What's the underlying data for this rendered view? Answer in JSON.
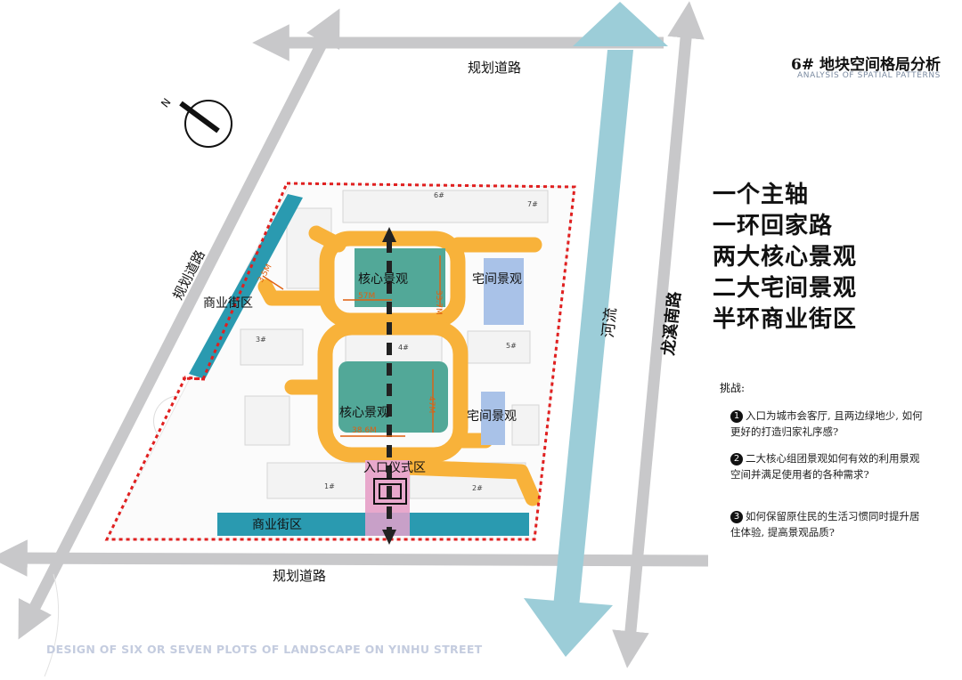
{
  "title": {
    "cn": "6# 地块空间格局分析",
    "en": "ANALYSIS OF SPATIAL PATTERNS"
  },
  "north_letter": "N",
  "roads": {
    "top": "规划道路",
    "left": "规划道路",
    "bottom": "规划道路",
    "right": "龙溪南路",
    "river": "河流"
  },
  "zones": {
    "core_top": "核心景观",
    "core_bottom": "核心景观",
    "house_top": "宅间景观",
    "house_bottom": "宅间景观",
    "street_left": "商业街区",
    "street_bottom": "商业街区",
    "entrance": "入口仪式区"
  },
  "dimensions": {
    "d1": "57M",
    "d2": "33.7M",
    "d3": "47M",
    "d4": "38.6M",
    "d5": "3.5M"
  },
  "buildings": {
    "b1": "1#",
    "b2": "2#",
    "b3": "3#",
    "b4": "4#",
    "b5": "5#",
    "b6": "6#",
    "b7": "7#"
  },
  "summary": [
    "一个主轴",
    "一环回家路",
    "两大核心景观",
    "二大宅间景观",
    "半环商业街区"
  ],
  "challenges": {
    "title": "挑战:",
    "items": [
      {
        "num": "1",
        "text": "入口为城市会客厅, 且两边绿地少, 如何更好的打造归家礼序感?"
      },
      {
        "num": "2",
        "text": "二大核心组团景观如何有效的利用景观空间并满足使用者的各种需求?"
      },
      {
        "num": "3",
        "text": "如何保留原住民的生活习惯同时提升居住体验, 提高景观品质?"
      }
    ]
  },
  "footer": "DESIGN OF SIX OR SEVEN PLOTS OF LANDSCAPE ON YINHU STREET",
  "colors": {
    "road": "#c8c8ca",
    "river": "#9ccdd8",
    "street": "#2a9ab0",
    "loop": "#f8b23a",
    "core": "#52a898",
    "house": "#a9c2e8",
    "entrance": "#e8a8cc",
    "boundary": "#e02020",
    "dimension": "#e06010"
  }
}
